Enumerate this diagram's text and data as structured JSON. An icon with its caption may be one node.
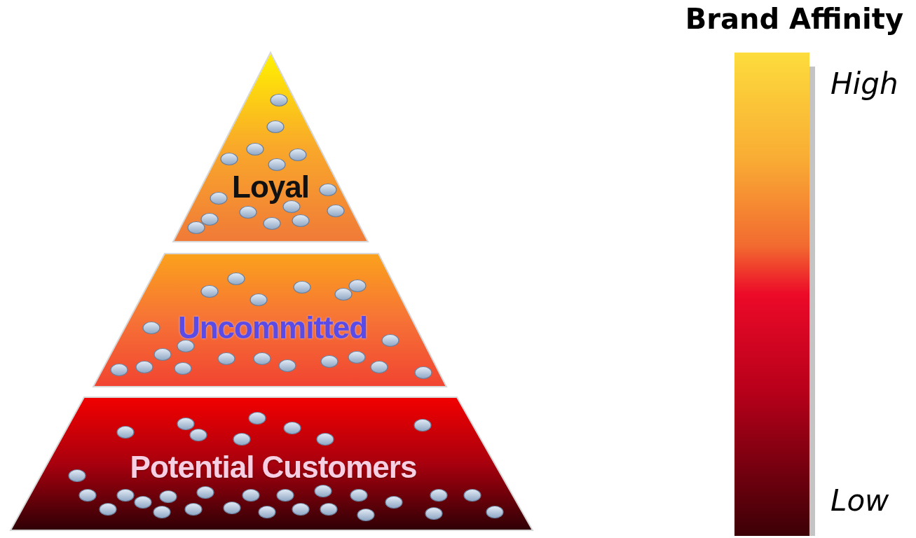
{
  "diagram": {
    "title": "Brand Affinity",
    "nodes": [
      {
        "text": [
          "Loyal"
        ]
      },
      {
        "text": [
          "Uncommitted"
        ]
      },
      {
        "text": [
          "Potential Customers"
        ]
      }
    ],
    "labels": [
      "High",
      "Low"
    ]
  }
}
